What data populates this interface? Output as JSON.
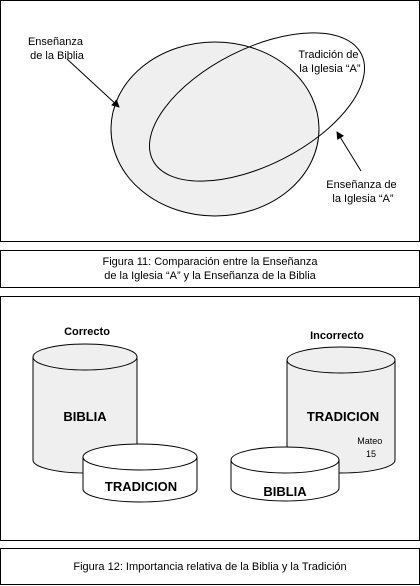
{
  "figure11": {
    "label_biblia": [
      "Enseñanza",
      "de la Biblia"
    ],
    "label_tradicion": [
      "Tradición de",
      "la Iglesia “A”"
    ],
    "label_ensenanza_a": [
      "Enseñanza de",
      "la Iglesia “A”"
    ],
    "caption": [
      "Figura 11: Comparación entre la Enseñanza",
      "de la Iglesia “A” y la Enseñanza de la Biblia"
    ]
  },
  "figure12": {
    "left_title": "Correcto",
    "left_top": "BIBLIA",
    "left_bottom": "TRADICION",
    "right_title": "Incorrecto",
    "right_top": "TRADICION",
    "right_note": [
      "Mateo",
      "15"
    ],
    "right_bottom": "BIBLIA",
    "caption": "Figura 12: Importancia relativa de la Biblia y la Tradición"
  },
  "colors": {
    "fill": "#efefef",
    "stroke": "#000000",
    "background": "#ffffff"
  }
}
